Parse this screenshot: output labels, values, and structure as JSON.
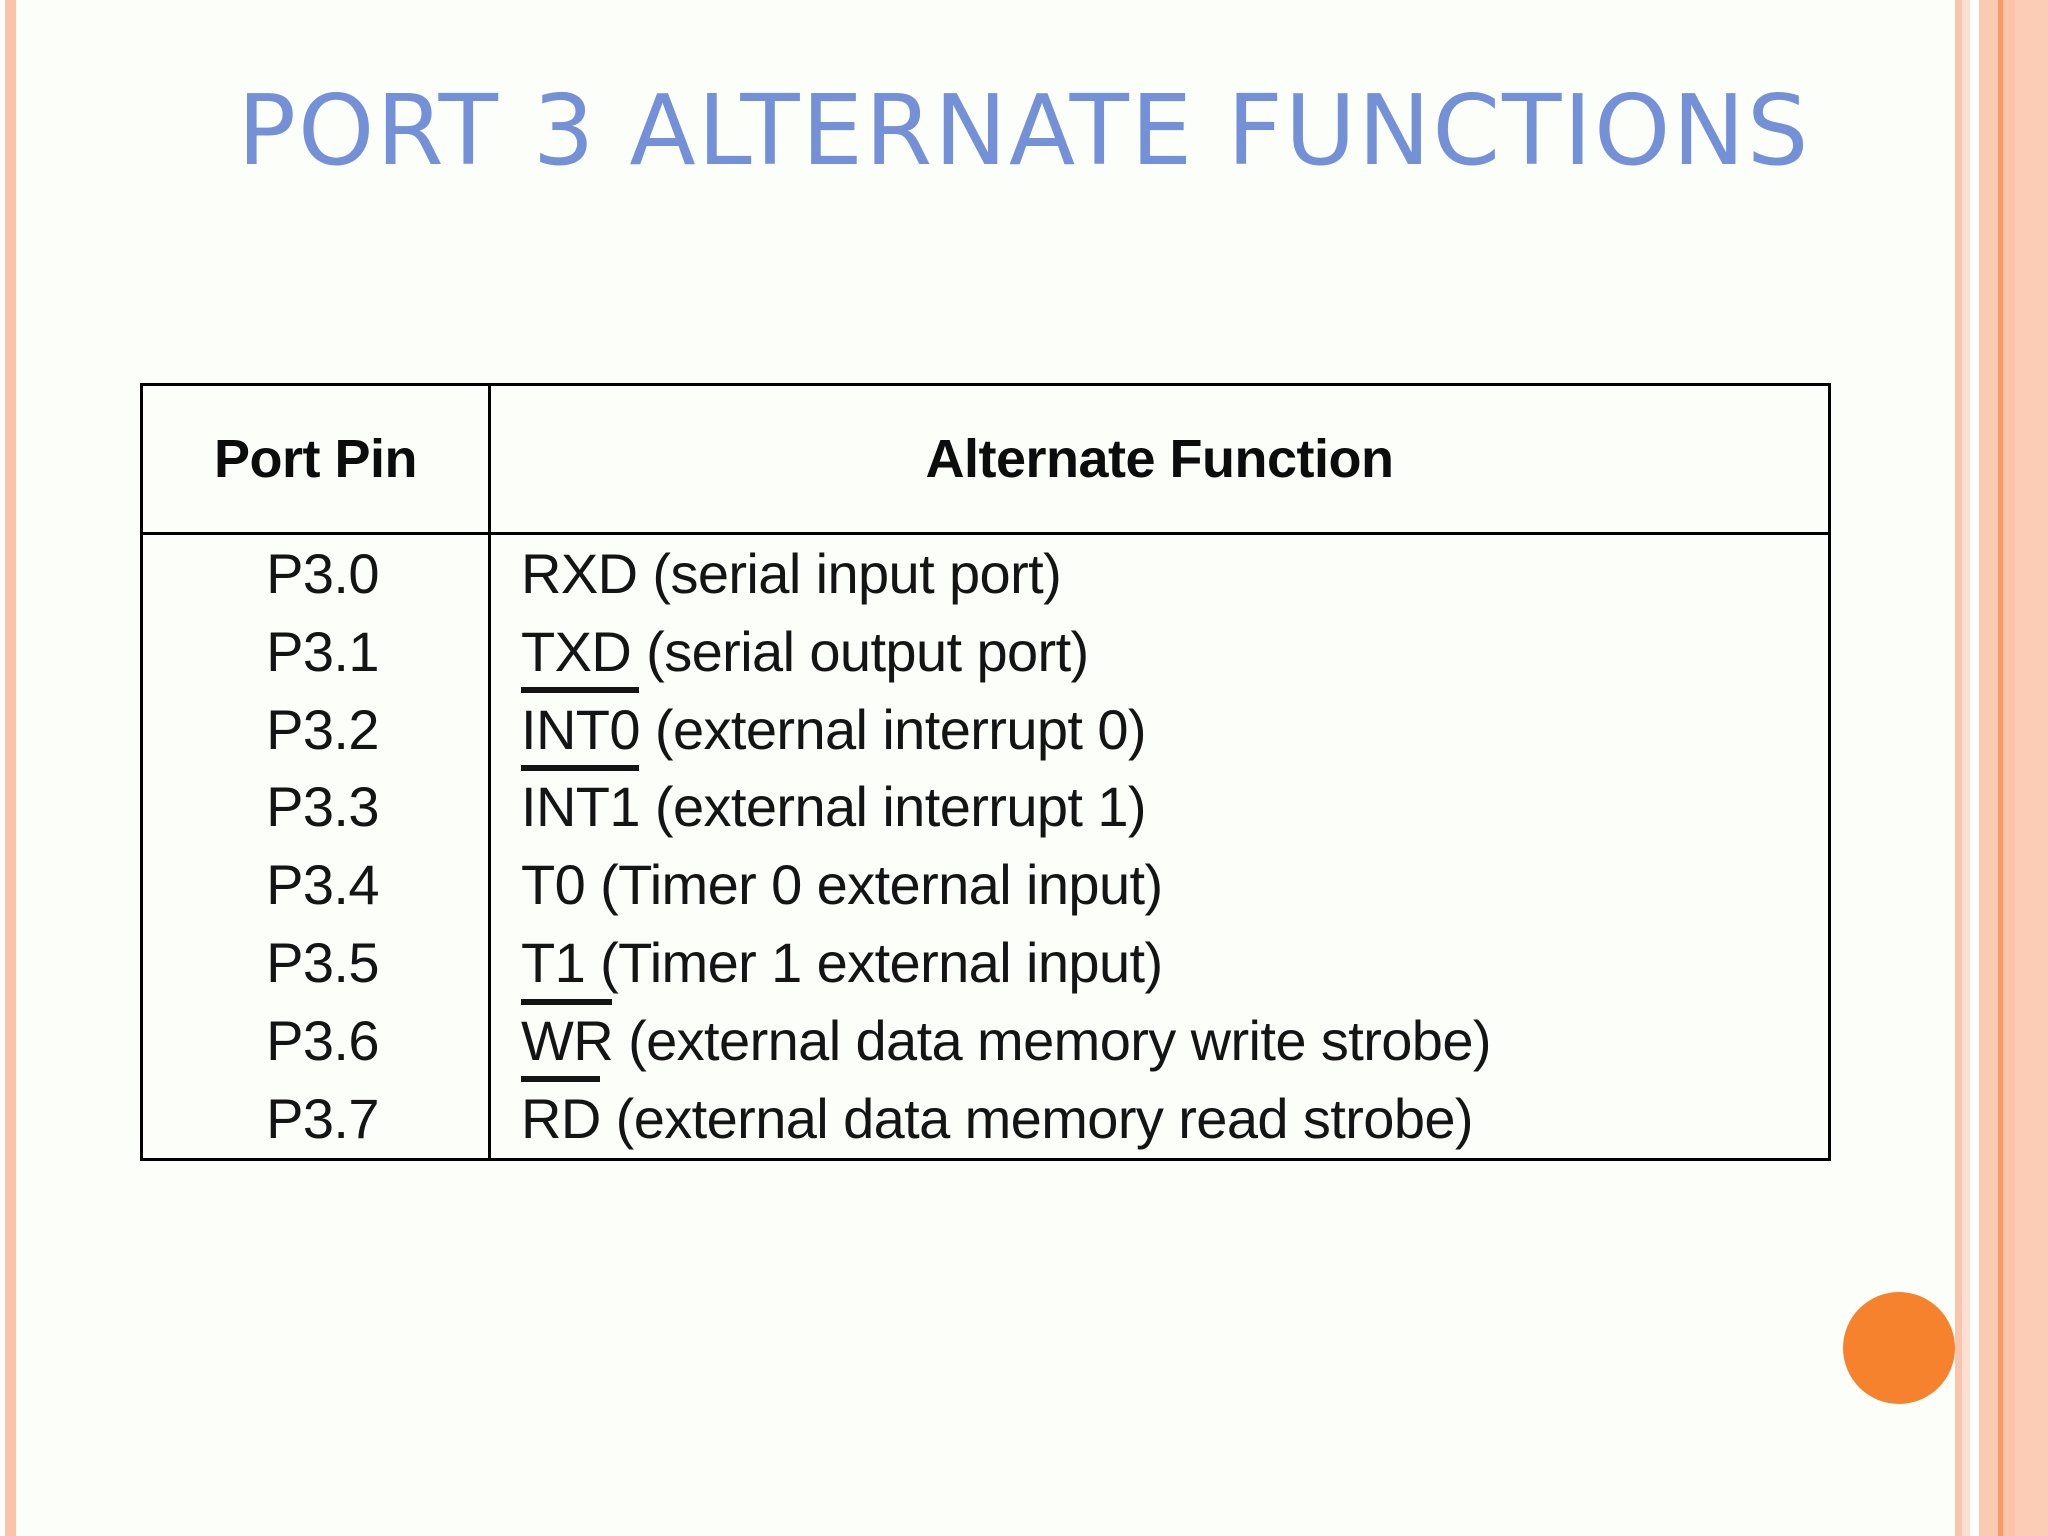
{
  "slide": {
    "title": "PORT 3 ALTERNATE FUNCTIONS",
    "background_color": "#FCFEFA",
    "title_color": "#7490D6",
    "accent_color": "#F7822E",
    "stripe_color": "#FAC3AA"
  },
  "table": {
    "headers": {
      "port_pin": "Port Pin",
      "alternate_function": "Alternate Function"
    },
    "rows": [
      {
        "pin": "P3.0",
        "fn_overline": "",
        "fn_plain": "RXD (serial input port)"
      },
      {
        "pin": "P3.1",
        "fn_overline": "",
        "fn_plain": "TXD (serial output port)"
      },
      {
        "pin": "P3.2",
        "fn_overline": "INT0",
        "fn_plain": " (external interrupt 0)"
      },
      {
        "pin": "P3.3",
        "fn_overline": "INT1",
        "fn_plain": " (external interrupt 1)"
      },
      {
        "pin": "P3.4",
        "fn_overline": "",
        "fn_plain": "T0 (Timer 0 external input)"
      },
      {
        "pin": "P3.5",
        "fn_overline": "",
        "fn_plain": "T1 (Timer 1 external input)"
      },
      {
        "pin": "P3.6",
        "fn_overline": "WR",
        "fn_plain": " (external data memory write strobe)"
      },
      {
        "pin": "P3.7",
        "fn_overline": "RD",
        "fn_plain": " (external data memory read strobe)"
      }
    ]
  }
}
